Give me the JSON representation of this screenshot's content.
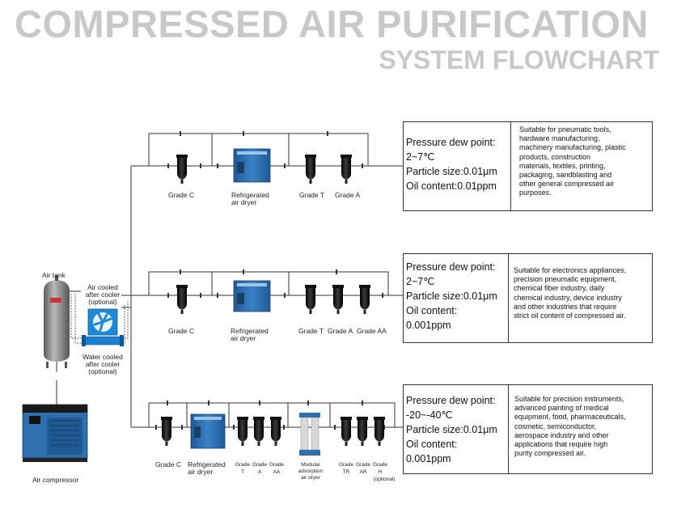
{
  "title": {
    "line1": "COMPRESSED AIR PURIFICATION",
    "line2": "SYSTEM FLOWCHART"
  },
  "left": {
    "air_tank": "Air tank",
    "air_cooled_1": "Air cooled",
    "air_cooled_2": "after cooler",
    "air_cooled_3": "(optional)",
    "water_cooled_1": "Water cooled",
    "water_cooled_2": "after cooler",
    "water_cooled_3": "(optional)",
    "compressor": "Air compressor"
  },
  "rows": [
    {
      "labels": {
        "grade_c": "Grade C",
        "dryer_1": "Refrigerated",
        "dryer_2": "air dryer",
        "grade_t": "Grade T",
        "grade_a": "Grade A"
      },
      "specs": [
        "Pressure dew point:",
        "2~7℃",
        "Particle size:0.01μm",
        "Oil content:0.01ppm"
      ],
      "applications": [
        "Suitable for pneumatic tools,",
        "hardware manufacturing,",
        "machinery manufacturing, plastic",
        "products, construction",
        "materials, textiles, printing,",
        "packaging, sandblasting and",
        " other general compressed air",
        "purposes."
      ]
    },
    {
      "labels": {
        "grade_c": "Grade C",
        "dryer_1": "Refrigerated",
        "dryer_2": "air dryer",
        "grade_t": "Grade T",
        "grade_a": "Grade A",
        "grade_aa": "Grade AA"
      },
      "specs": [
        "Pressure dew point:",
        "2~7℃",
        "Particle size:0.01μm",
        "Oil content:",
        "0.001ppm"
      ],
      "applications": [
        "Suitable for electronics appliances,",
        "precision pneumatic equipment,",
        "chemical fiber industry, daily",
        "chemical industry, device industry",
        "and other industries that require",
        "strict oil content of compressed air."
      ]
    },
    {
      "labels": {
        "grade_c": "Grade C",
        "dryer_1": "Refrigerated",
        "dryer_2": "air dryer",
        "g_t_1": "Grade",
        "g_t_2": "T",
        "g_a_1": "Grade",
        "g_a_2": "A",
        "g_aa_1": "Grade",
        "g_aa_2": "AA",
        "mod_1": "Modular",
        "mod_2": "adsorption",
        "mod_3": "air dryer",
        "g_tr_1": "Grade",
        "g_tr_2": "TR",
        "g_ar_1": "Grade",
        "g_ar_2": "AR",
        "g_h_1": "Grade",
        "g_h_2": "H",
        "g_h_3": "(optional)"
      },
      "specs": [
        "Pressure dew point:",
        "-20~-40℃",
        "Particle size:0.01μm",
        "Oil content:",
        "0.001ppm"
      ],
      "applications": [
        "Suitable for precision instruments,",
        "advanced painting of medical",
        "equipment, food, pharmaceuticals,",
        "cosmetic, semiconductor,",
        "aerospace industry and other",
        "applications that require high",
        "purity compressed air."
      ]
    }
  ],
  "colors": {
    "title": "#c8c8c8",
    "pipe": "#333333",
    "dryer_blue": "#2f6fb0",
    "filter_black": "#1a1a1a",
    "tank_gray": "#8a8a8a",
    "cooler_blue": "#1e88d8"
  }
}
